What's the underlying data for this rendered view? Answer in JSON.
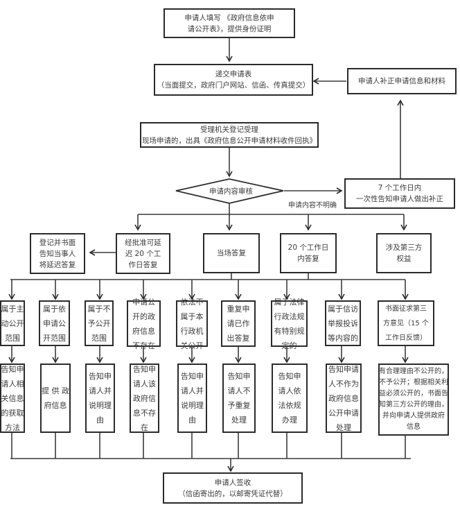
{
  "flowchart": {
    "step_fill_form": [
      "申请人填写 《政府信息依申",
      "请公开表》，提供身份证明"
    ],
    "step_submit": [
      "递交申请表",
      "（当面提交，政府门户网站、信函、传真提交）"
    ],
    "step_supplement": "申请人补正申请信息和材料",
    "step_register": [
      "受理机关登记受理",
      "现场申请的，出具《政府信息公开申请材料收件回执》"
    ],
    "decision_review": "申请内容审核",
    "edge_unclear": "申请内容不明确",
    "step_notify_supplement": [
      "7 个工作日内",
      "一次性告知申请人做出补正"
    ],
    "step_delay_notice": [
      "登记并书面",
      "告知当事人",
      "将延迟答复"
    ],
    "step_extend": [
      "经批准可延",
      "迟 20 个工",
      "作日答复"
    ],
    "step_onsite": "当场答复",
    "step_20days": [
      "20 个工作日",
      "内答复"
    ],
    "step_third_party": [
      "涉及第三方",
      "权益"
    ],
    "categories": [
      {
        "case": [
          "属于主",
          "动公开",
          "范围"
        ],
        "result": [
          "告知申",
          "请人相",
          "关信息",
          "的获取",
          "方法"
        ]
      },
      {
        "case": [
          "属于依",
          "申请公",
          "开范围"
        ],
        "result": [
          "提 供 政",
          "府信息"
        ]
      },
      {
        "case": [
          "属于不",
          "予公开",
          "范围"
        ],
        "result": [
          "告知申",
          "请人并",
          "说明理",
          "由"
        ]
      },
      {
        "case": [
          "申请公",
          "开的政",
          "府信息",
          "不存在"
        ],
        "result": [
          "告知申",
          "请人该",
          "政府信",
          "息不存",
          "在"
        ]
      },
      {
        "case": [
          "依法不",
          "属于本",
          "行政机",
          "关公开"
        ],
        "result": [
          "告知申",
          "请人并",
          "说明理",
          "由"
        ]
      },
      {
        "case": [
          "重复申",
          "请已作",
          "出答复"
        ],
        "result": [
          "告知申",
          "请人不",
          "予重复",
          "处理"
        ]
      },
      {
        "case": [
          "属于法律",
          "行政法规",
          "有特别规",
          "定的"
        ],
        "result": [
          "告知申",
          "请人依",
          "法依规",
          "办理"
        ]
      },
      {
        "case": [
          "属于信访",
          "举报投诉",
          "等内容的"
        ],
        "result": [
          "告知申请",
          "人不作为",
          "政府信息",
          "公开申请",
          "处理"
        ]
      },
      {
        "case": [
          "书面征求第三",
          "方意见（15 个",
          "工作日反馈）"
        ],
        "result": [
          "有合理理由不公开的，",
          "不予公开；根据相关利",
          "益必须公开的，书面告",
          "知第三方公开的理由，",
          "并向申请人提供政府",
          "信息"
        ]
      }
    ],
    "step_signoff": [
      "申请人签收",
      "（信函寄出的，以邮寄凭证代替）"
    ]
  }
}
